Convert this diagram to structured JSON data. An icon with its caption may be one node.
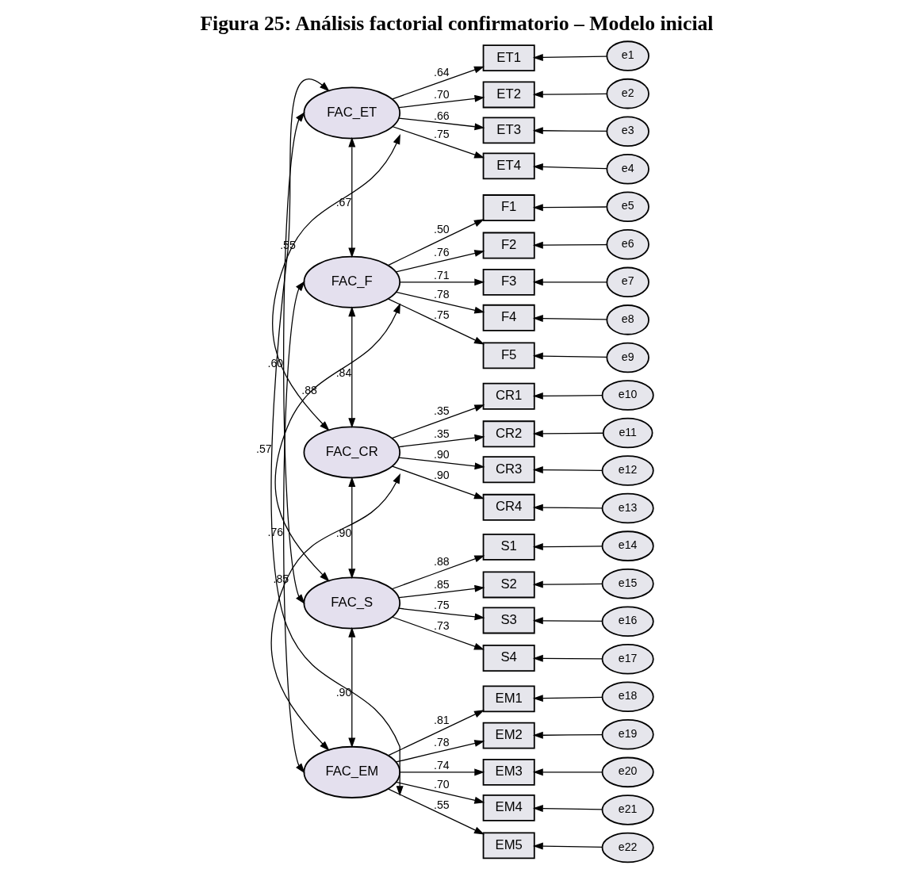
{
  "diagram": {
    "title": "Figura 25: Análisis factorial confirmatorio – Modelo inicial",
    "nodes": [
      {
        "text": [
          "FAC_ET"
        ]
      },
      {
        "text": [
          "FAC_F"
        ]
      },
      {
        "text": [
          "FAC_CR"
        ]
      },
      {
        "text": [
          "FAC_S"
        ]
      },
      {
        "text": [
          "FAC_EM"
        ]
      },
      {
        "text": [
          "ET1"
        ]
      },
      {
        "text": [
          "ET2"
        ]
      },
      {
        "text": [
          "ET3"
        ]
      },
      {
        "text": [
          "ET4"
        ]
      },
      {
        "text": [
          "F1"
        ]
      },
      {
        "text": [
          "F2"
        ]
      },
      {
        "text": [
          "F3"
        ]
      },
      {
        "text": [
          "F4"
        ]
      },
      {
        "text": [
          "F5"
        ]
      },
      {
        "text": [
          "CR1"
        ]
      },
      {
        "text": [
          "CR2"
        ]
      },
      {
        "text": [
          "CR3"
        ]
      },
      {
        "text": [
          "CR4"
        ]
      },
      {
        "text": [
          "S1"
        ]
      },
      {
        "text": [
          "S2"
        ]
      },
      {
        "text": [
          "S3"
        ]
      },
      {
        "text": [
          "S4"
        ]
      },
      {
        "text": [
          "EM1"
        ]
      },
      {
        "text": [
          "EM2"
        ]
      },
      {
        "text": [
          "EM3"
        ]
      },
      {
        "text": [
          "EM4"
        ]
      },
      {
        "text": [
          "EM5"
        ]
      },
      {
        "text": [
          "e1"
        ]
      },
      {
        "text": [
          "e2"
        ]
      },
      {
        "text": [
          "e3"
        ]
      },
      {
        "text": [
          "e4"
        ]
      },
      {
        "text": [
          "e5"
        ]
      },
      {
        "text": [
          "e6"
        ]
      },
      {
        "text": [
          "e7"
        ]
      },
      {
        "text": [
          "e8"
        ]
      },
      {
        "text": [
          "e9"
        ]
      },
      {
        "text": [
          "e10"
        ]
      },
      {
        "text": [
          "e11"
        ]
      },
      {
        "text": [
          "e12"
        ]
      },
      {
        "text": [
          "e13"
        ]
      },
      {
        "text": [
          "e14"
        ]
      },
      {
        "text": [
          "e15"
        ]
      },
      {
        "text": [
          "e16"
        ]
      },
      {
        "text": [
          "e17"
        ]
      },
      {
        "text": [
          "e18"
        ]
      },
      {
        "text": [
          "e19"
        ]
      },
      {
        "text": [
          "e20"
        ]
      },
      {
        "text": [
          "e21"
        ]
      },
      {
        "text": [
          "e22"
        ]
      }
    ],
    "edges": [
      {
        "from": 0,
        "to": 5,
        "arrow": "to",
        "label": ".64"
      },
      {
        "from": 0,
        "to": 6,
        "arrow": "to",
        "label": ".70"
      },
      {
        "from": 0,
        "to": 7,
        "arrow": "to",
        "label": ".66"
      },
      {
        "from": 0,
        "to": 8,
        "arrow": "to",
        "label": ".75"
      },
      {
        "from": 1,
        "to": 9,
        "arrow": "to",
        "label": ".50"
      },
      {
        "from": 1,
        "to": 10,
        "arrow": "to",
        "label": ".76"
      },
      {
        "from": 1,
        "to": 11,
        "arrow": "to",
        "label": ".71"
      },
      {
        "from": 1,
        "to": 12,
        "arrow": "to",
        "label": ".78"
      },
      {
        "from": 1,
        "to": 13,
        "arrow": "to",
        "label": ".75"
      },
      {
        "from": 2,
        "to": 14,
        "arrow": "to",
        "label": ".35"
      },
      {
        "from": 2,
        "to": 15,
        "arrow": "to",
        "label": ".35"
      },
      {
        "from": 2,
        "to": 16,
        "arrow": "to",
        "label": ".90"
      },
      {
        "from": 2,
        "to": 17,
        "arrow": "to",
        "label": ".90"
      },
      {
        "from": 3,
        "to": 18,
        "arrow": "to",
        "label": ".88"
      },
      {
        "from": 3,
        "to": 19,
        "arrow": "to",
        "label": ".85"
      },
      {
        "from": 3,
        "to": 20,
        "arrow": "to",
        "label": ".75"
      },
      {
        "from": 3,
        "to": 21,
        "arrow": "to",
        "label": ".73"
      },
      {
        "from": 4,
        "to": 22,
        "arrow": "to",
        "label": ".81"
      },
      {
        "from": 4,
        "to": 23,
        "arrow": "to",
        "label": ".78"
      },
      {
        "from": 4,
        "to": 24,
        "arrow": "to",
        "label": ".74"
      },
      {
        "from": 4,
        "to": 25,
        "arrow": "to",
        "label": ".70"
      },
      {
        "from": 4,
        "to": 26,
        "arrow": "to",
        "label": ".55"
      },
      {
        "from": 27,
        "to": 5,
        "arrow": "to"
      },
      {
        "from": 28,
        "to": 6,
        "arrow": "to"
      },
      {
        "from": 29,
        "to": 7,
        "arrow": "to"
      },
      {
        "from": 30,
        "to": 8,
        "arrow": "to"
      },
      {
        "from": 31,
        "to": 9,
        "arrow": "to"
      },
      {
        "from": 32,
        "to": 10,
        "arrow": "to"
      },
      {
        "from": 33,
        "to": 11,
        "arrow": "to"
      },
      {
        "from": 34,
        "to": 12,
        "arrow": "to"
      },
      {
        "from": 35,
        "to": 13,
        "arrow": "to"
      },
      {
        "from": 36,
        "to": 14,
        "arrow": "to"
      },
      {
        "from": 37,
        "to": 15,
        "arrow": "to"
      },
      {
        "from": 38,
        "to": 16,
        "arrow": "to"
      },
      {
        "from": 39,
        "to": 17,
        "arrow": "to"
      },
      {
        "from": 40,
        "to": 18,
        "arrow": "to"
      },
      {
        "from": 41,
        "to": 19,
        "arrow": "to"
      },
      {
        "from": 42,
        "to": 20,
        "arrow": "to"
      },
      {
        "from": 43,
        "to": 21,
        "arrow": "to"
      },
      {
        "from": 44,
        "to": 22,
        "arrow": "to"
      },
      {
        "from": 45,
        "to": 23,
        "arrow": "to"
      },
      {
        "from": 46,
        "to": 24,
        "arrow": "to"
      },
      {
        "from": 47,
        "to": 25,
        "arrow": "to"
      },
      {
        "from": 48,
        "to": 26,
        "arrow": "to"
      },
      {
        "from": 0,
        "to": 1,
        "arrow": "both",
        "label": ".67"
      },
      {
        "from": 0,
        "to": 2,
        "arrow": "both",
        "label": ".55"
      },
      {
        "from": 0,
        "to": 3,
        "arrow": "both",
        "label": ".60"
      },
      {
        "from": 0,
        "to": 4,
        "arrow": "both",
        "label": ".57"
      },
      {
        "from": 1,
        "to": 2,
        "arrow": "both",
        "label": ".84"
      },
      {
        "from": 1,
        "to": 3,
        "arrow": "both",
        "label": ".88"
      },
      {
        "from": 1,
        "to": 4,
        "arrow": "both",
        "label": ".76"
      },
      {
        "from": 2,
        "to": 3,
        "arrow": "both",
        "label": ".90"
      },
      {
        "from": 2,
        "to": 4,
        "arrow": "both",
        "label": ".85"
      },
      {
        "from": 3,
        "to": 4,
        "arrow": "both",
        "label": ".90"
      }
    ]
  }
}
